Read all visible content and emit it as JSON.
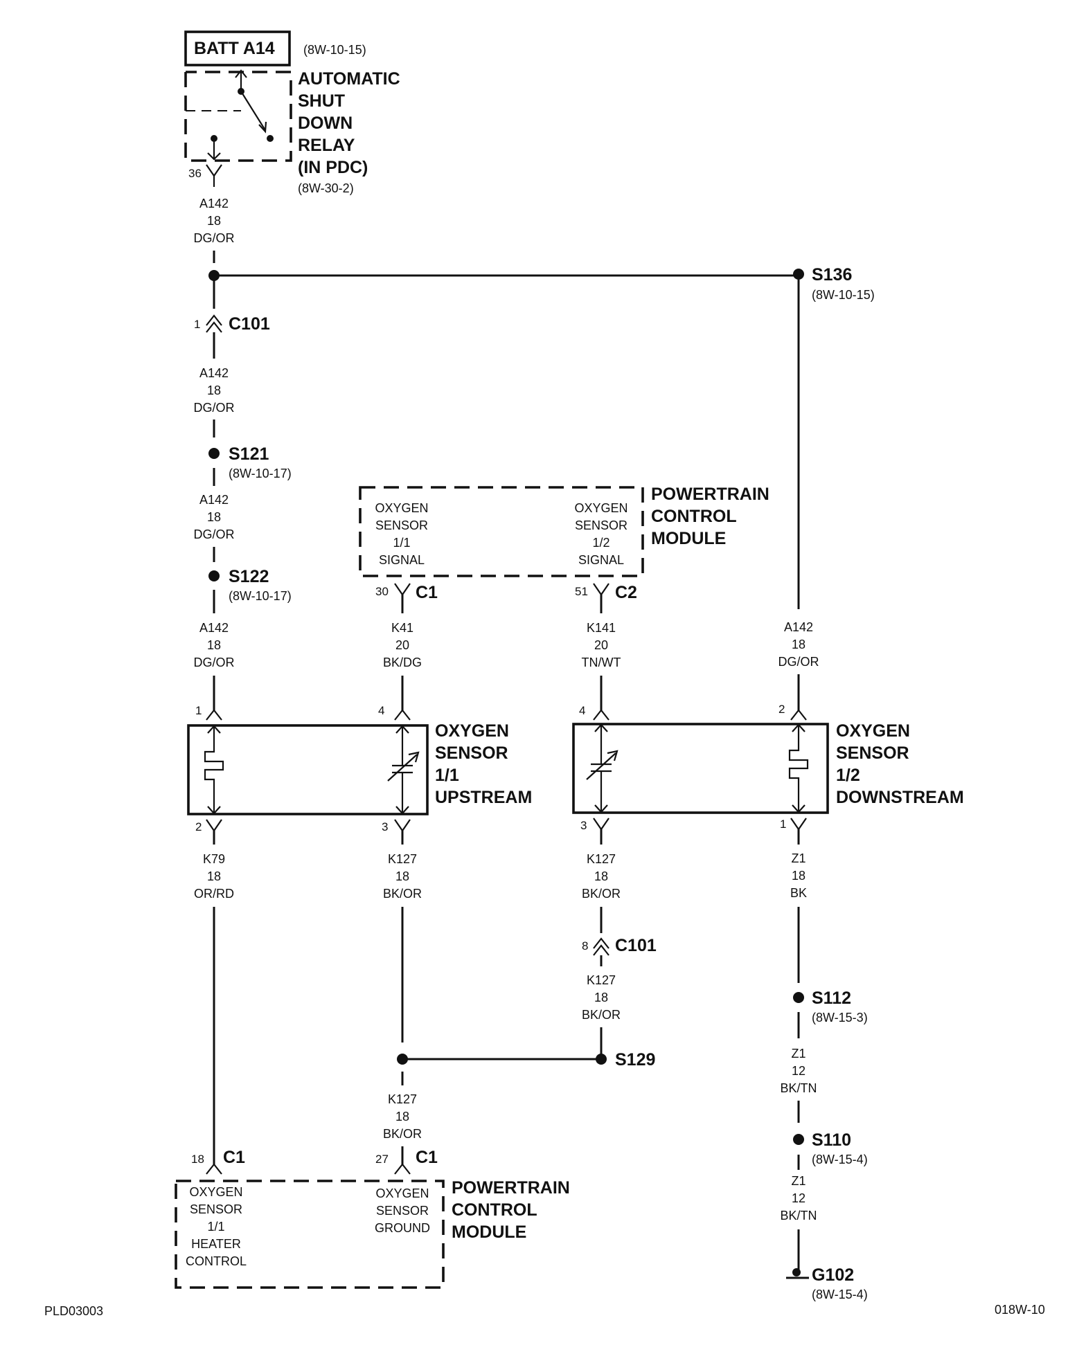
{
  "batt": {
    "label": "BATT A14",
    "ref": "(8W-10-15)"
  },
  "asd": {
    "line1": "AUTOMATIC",
    "line2": "SHUT",
    "line3": "DOWN",
    "line4": "RELAY",
    "line5": "(IN PDC)",
    "ref": "(8W-30-2)",
    "pin": "36"
  },
  "wire_a142": {
    "circuit": "A142",
    "gauge": "18",
    "color": "DG/OR"
  },
  "wire_k41": {
    "circuit": "K41",
    "gauge": "20",
    "color": "BK/DG"
  },
  "wire_k141": {
    "circuit": "K141",
    "gauge": "20",
    "color": "TN/WT"
  },
  "wire_k79": {
    "circuit": "K79",
    "gauge": "18",
    "color": "OR/RD"
  },
  "wire_k127": {
    "circuit": "K127",
    "gauge": "18",
    "color": "BK/OR"
  },
  "wire_z1_18": {
    "circuit": "Z1",
    "gauge": "18",
    "color": "BK"
  },
  "wire_z1_12": {
    "circuit": "Z1",
    "gauge": "12",
    "color": "BK/TN"
  },
  "splices": {
    "s136": {
      "label": "S136",
      "ref": "(8W-10-15)"
    },
    "s121": {
      "label": "S121",
      "ref": "(8W-10-17)"
    },
    "s122": {
      "label": "S122",
      "ref": "(8W-10-17)"
    },
    "s129": {
      "label": "S129"
    },
    "s112": {
      "label": "S112",
      "ref": "(8W-15-3)"
    },
    "s110": {
      "label": "S110",
      "ref": "(8W-15-4)"
    }
  },
  "c101_top": {
    "label": "C101",
    "pin": "1"
  },
  "c101_mid": {
    "label": "C101",
    "pin": "8"
  },
  "pcm_top": {
    "title1": "POWERTRAIN",
    "title2": "CONTROL",
    "title3": "MODULE",
    "left": {
      "l1": "OXYGEN",
      "l2": "SENSOR",
      "l3": "1/1",
      "l4": "SIGNAL"
    },
    "right": {
      "l1": "OXYGEN",
      "l2": "SENSOR",
      "l3": "1/2",
      "l4": "SIGNAL"
    },
    "pin_left": "30",
    "conn_left": "C1",
    "pin_right": "51",
    "conn_right": "C2"
  },
  "sensor_up": {
    "title1": "OXYGEN",
    "title2": "SENSOR",
    "title3": "1/1",
    "title4": "UPSTREAM",
    "pin1": "1",
    "pin4": "4",
    "pin2": "2",
    "pin3": "3"
  },
  "sensor_down": {
    "title1": "OXYGEN",
    "title2": "SENSOR",
    "title3": "1/2",
    "title4": "DOWNSTREAM",
    "pin4": "4",
    "pin2": "2",
    "pin3": "3",
    "pin1": "1"
  },
  "pcm_bottom": {
    "title1": "POWERTRAIN",
    "title2": "CONTROL",
    "title3": "MODULE",
    "left": {
      "l1": "OXYGEN",
      "l2": "SENSOR",
      "l3": "1/1",
      "l4": "HEATER",
      "l5": "CONTROL"
    },
    "right": {
      "l1": "OXYGEN",
      "l2": "SENSOR",
      "l3": "GROUND"
    },
    "pin_left": "18",
    "conn_left": "C1",
    "pin_right": "27",
    "conn_right": "C1"
  },
  "ground": {
    "label": "G102",
    "ref": "(8W-15-4)"
  },
  "footer": {
    "left": "PLD03003",
    "right": "018W-10"
  }
}
